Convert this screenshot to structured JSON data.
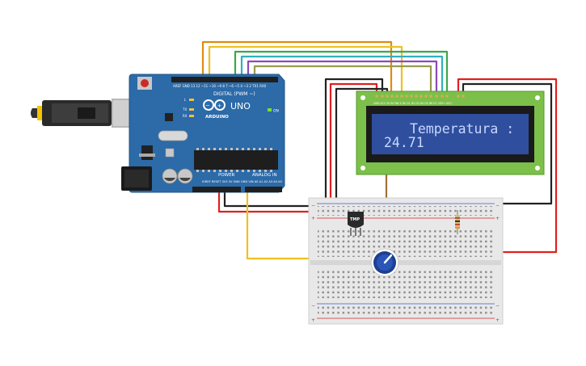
{
  "colors": {
    "arduino_board": "#2c6aa8",
    "lcd_frame": "#7cbf4a",
    "lcd_screen": "#2f4e9e",
    "lcd_text": "#c8d8ff",
    "breadboard": "#e8e8e8",
    "wire_red": "#e02020",
    "wire_black": "#222222",
    "wire_yellow": "#f0c020",
    "wire_orange": "#e08a10",
    "wire_green": "#3aa84a",
    "wire_teal": "#30b0c0",
    "wire_purple": "#8a4ab8",
    "wire_brown": "#a0703a"
  },
  "arduino": {
    "brand": "ARDUINO",
    "model": "UNO",
    "digital_label": "DIGITAL (PWM ~)",
    "power_label": "POWER",
    "analog_label": "ANALOG IN",
    "on_label": "ON",
    "led_l": "L",
    "led_tx": "TX",
    "led_rx": "RX"
  },
  "lcd": {
    "line1": "Temperatura :",
    "line2": "24.71"
  },
  "sensor": {
    "label": "TMP"
  },
  "icons": {
    "usb": "usb-plug-icon",
    "infinity": "arduino-logo-icon",
    "potentiometer": "potentiometer-knob-icon"
  }
}
